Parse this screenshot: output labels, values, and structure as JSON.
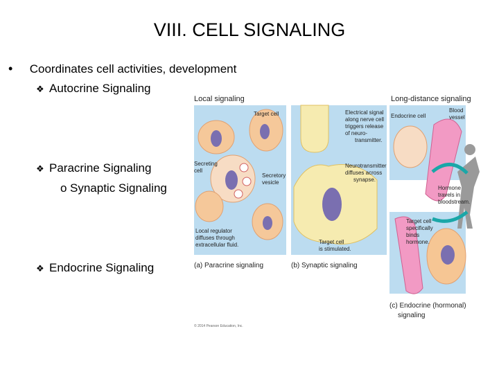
{
  "slide": {
    "title": "VIII.  CELL SIGNALING",
    "bullet": "Coordinates cell activities, development",
    "items": [
      {
        "marker": "❖",
        "label": "Autocrine Signaling"
      },
      {
        "marker": "❖",
        "label": "Paracrine Signaling"
      },
      {
        "marker": "o",
        "label": "Synaptic Signaling"
      },
      {
        "marker": "❖",
        "label": "Endocrine Signaling"
      }
    ]
  },
  "figure": {
    "local_heading": "Local signaling",
    "long_heading": "Long-distance signaling",
    "paracrine": {
      "target_cell": "Target cell",
      "secreting_cell": [
        "Secreting",
        "cell"
      ],
      "secretory_vesicle": [
        "Secretory",
        "vesicle"
      ],
      "local_regulator": [
        "Local regulator",
        "diffuses through",
        "extracellular fluid."
      ],
      "caption": "(a) Paracrine signaling"
    },
    "synaptic": {
      "electrical_signal": [
        "Electrical signal",
        "along nerve cell",
        "triggers release",
        "of neuro-",
        "transmitter."
      ],
      "neurotransmitter": [
        "Neurotransmitter",
        "diffuses across",
        "synapse."
      ],
      "target_stimulated": [
        "Target cell",
        "is stimulated."
      ],
      "caption": "(b) Synaptic signaling"
    },
    "endocrine": {
      "endocrine_cell": "Endocrine cell",
      "blood_vessel": [
        "Blood",
        "vessel"
      ],
      "hormone_travels": [
        "Hormone",
        "travels in",
        "bloodstream."
      ],
      "target_binds": [
        "Target cell",
        "specifically",
        "binds",
        "hormone."
      ],
      "caption": [
        "(c) Endocrine (hormonal)",
        "signaling"
      ]
    },
    "copyright": "© 2014 Pearson Education, Inc."
  }
}
